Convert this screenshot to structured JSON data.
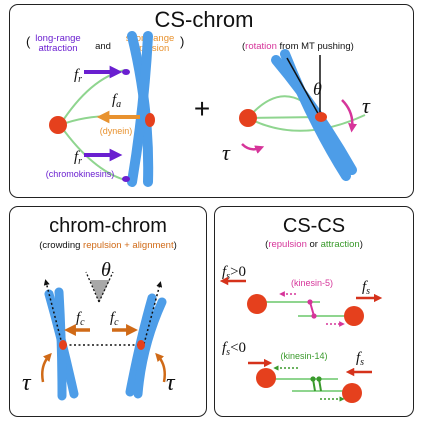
{
  "colors": {
    "chromosome": "#4d9de8",
    "centrosome": "#e5401d",
    "microtubule": "#8fd58f",
    "purple": "#6a1fd0",
    "orange": "#e8922f",
    "pink": "#d6359a",
    "green": "#3a9a2c",
    "red": "#d5321b",
    "dark_orange": "#d06a17",
    "gray": "#8a8a8a"
  },
  "panel_cs_chrom": {
    "title": "CS-chrom",
    "subtitle_open": "(",
    "long_range_line1": "long-range",
    "long_range_line2": "attraction",
    "and_word": "and",
    "short_range_line1": "short-range",
    "short_range_line2": "repulsion",
    "subtitle_close": ")",
    "force_top_symbol": "f",
    "force_top_sub": "r",
    "force_mid_symbol": "f",
    "force_mid_sub": "a",
    "force_bot_symbol": "f",
    "force_bot_sub": "r",
    "dynein_label": "(dynein)",
    "chromokinesins_label": "(chromokinesins)",
    "plus": "+",
    "rotation_open": "(",
    "rotation_word": "rotation",
    "rotation_rest": " from MT pushing)",
    "theta": "θ",
    "tau_right": "τ",
    "tau_left": "τ"
  },
  "panel_chrom_chrom": {
    "title": "chrom-chrom",
    "subtitle_open": "(crowding ",
    "subtitle_colored": "repulsion + alignment",
    "subtitle_close": ")",
    "theta": "θ",
    "force_left_symbol": "f",
    "force_left_sub": "c",
    "force_right_symbol": "f",
    "force_right_sub": "c",
    "tau_left": "τ",
    "tau_right": "τ"
  },
  "panel_cs_cs": {
    "title": "CS-CS",
    "subtitle_open": "(",
    "repulsion_word": "repulsion",
    "or_word": " or ",
    "attraction_word": "attraction",
    "subtitle_close": ")",
    "top_fs_symbol": "f",
    "top_fs_sub": "s",
    "top_condition": ">0",
    "kinesin5_label": "(kinesin-5)",
    "top_right_fs_symbol": "f",
    "top_right_fs_sub": "s",
    "bottom_fs_symbol": "f",
    "bottom_fs_sub": "s",
    "bottom_condition": "<0",
    "kinesin14_label": "(kinesin-14)",
    "bottom_right_fs_symbol": "f",
    "bottom_right_fs_sub": "s"
  }
}
